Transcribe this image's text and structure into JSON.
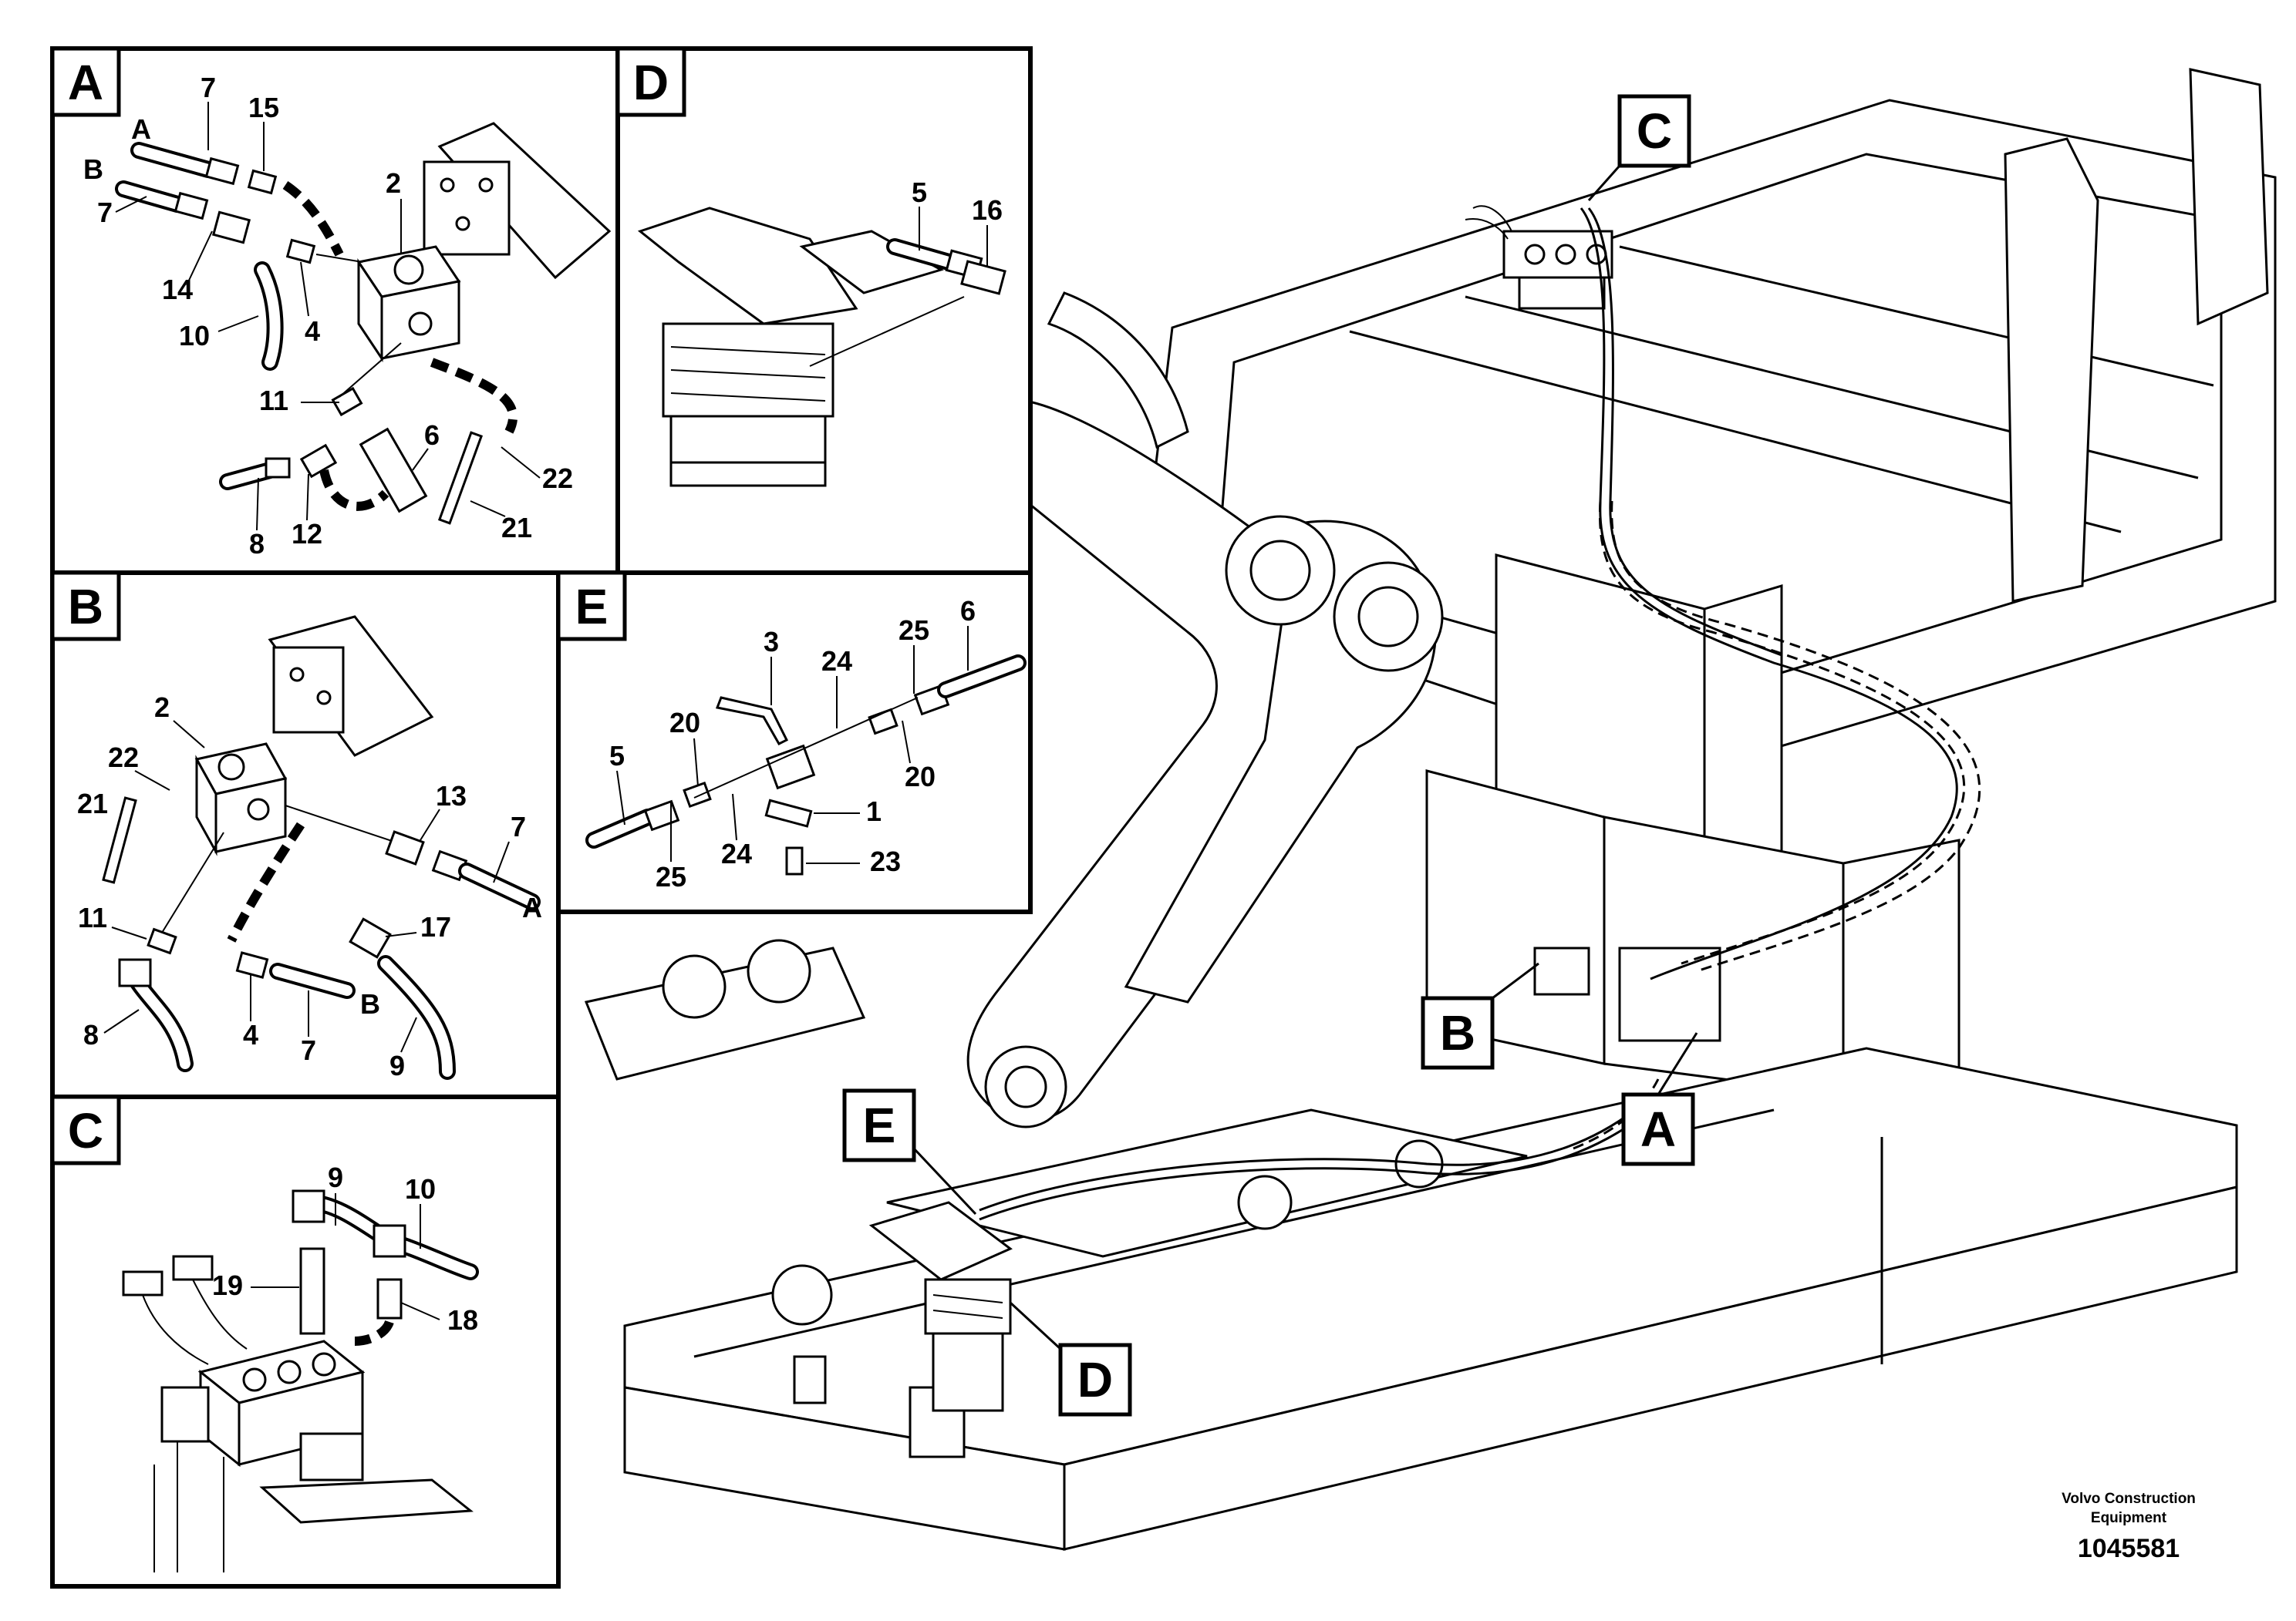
{
  "views": {
    "A": {
      "tag": "A"
    },
    "B": {
      "tag": "B"
    },
    "C": {
      "tag": "C"
    },
    "D": {
      "tag": "D"
    },
    "E": {
      "tag": "E"
    }
  },
  "main_callouts": {
    "A": "A",
    "B": "B",
    "C": "C",
    "D": "D",
    "E": "E"
  },
  "view_A_labels": {
    "hose_a": "A",
    "hose_b": "B",
    "n7a": "7",
    "n15": "15",
    "n2": "2",
    "n7b": "7",
    "n14": "14",
    "n10": "10",
    "n4": "4",
    "n11": "11",
    "n6": "6",
    "n22": "22",
    "n21": "21",
    "n8": "8",
    "n12": "12"
  },
  "view_B_labels": {
    "n2": "2",
    "n22": "22",
    "n21": "21",
    "n13": "13",
    "n7a": "7",
    "hose_a": "A",
    "n11": "11",
    "n17": "17",
    "n8": "8",
    "n4": "4",
    "n7b": "7",
    "hose_b": "B",
    "n9": "9"
  },
  "view_C_labels": {
    "n9": "9",
    "n10": "10",
    "n19": "19",
    "n18": "18"
  },
  "view_D_labels": {
    "n5": "5",
    "n16": "16"
  },
  "view_E_labels": {
    "n3": "3",
    "n24a": "24",
    "n25a": "25",
    "n6": "6",
    "n5": "5",
    "n20a": "20",
    "n20b": "20",
    "n1": "1",
    "n25b": "25",
    "n24b": "24",
    "n23": "23"
  },
  "footer": {
    "company_line1": "Volvo Construction",
    "company_line2": "Equipment",
    "drawing_number": "1045581"
  }
}
